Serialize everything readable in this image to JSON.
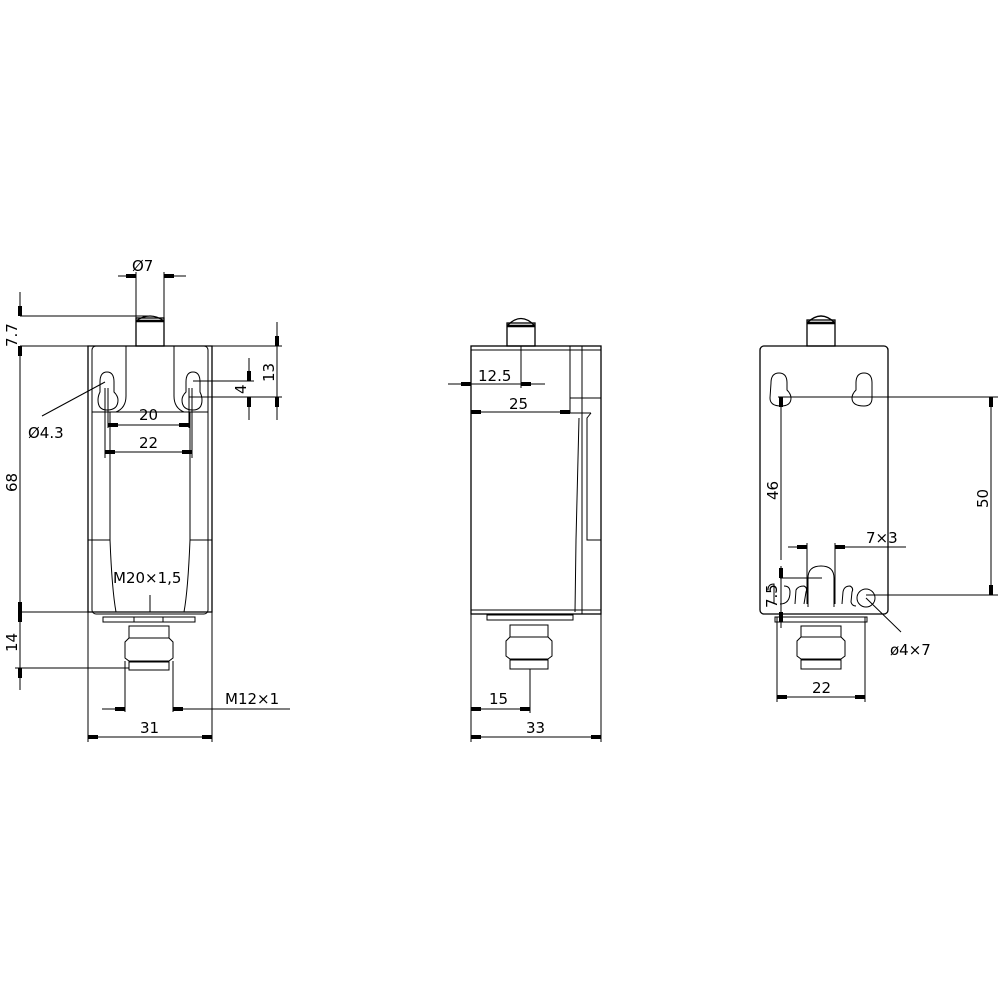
{
  "drawing": {
    "type": "technical-dimension-drawing",
    "subject": "limit switch with plunger",
    "units_implied": "mm",
    "line_color": "#000000",
    "background": "#ffffff"
  },
  "views": {
    "front": {
      "labels": {
        "plunger_diameter": "Ø7",
        "plunger_height": "7.7",
        "body_height": "68",
        "slot_diameter": "Ø4.3",
        "slot_offset": "4",
        "slot_top": "13",
        "slot_spacing_inner": "20",
        "slot_spacing_outer": "22",
        "gland_thread": "M20×1,5",
        "connector_height": "14",
        "connector_thread": "M12×1",
        "body_width": "31"
      }
    },
    "side": {
      "labels": {
        "plunger_offset": "12.5",
        "top_depth": "25",
        "connector_offset": "15",
        "body_depth": "33"
      }
    },
    "rear": {
      "labels": {
        "hole_distance_left": "46",
        "hole_distance_right": "50",
        "slot_size": "7×3",
        "bottom_offset": "7.5",
        "bottom_hole": "ø4×7",
        "connector_width": "22"
      }
    }
  }
}
